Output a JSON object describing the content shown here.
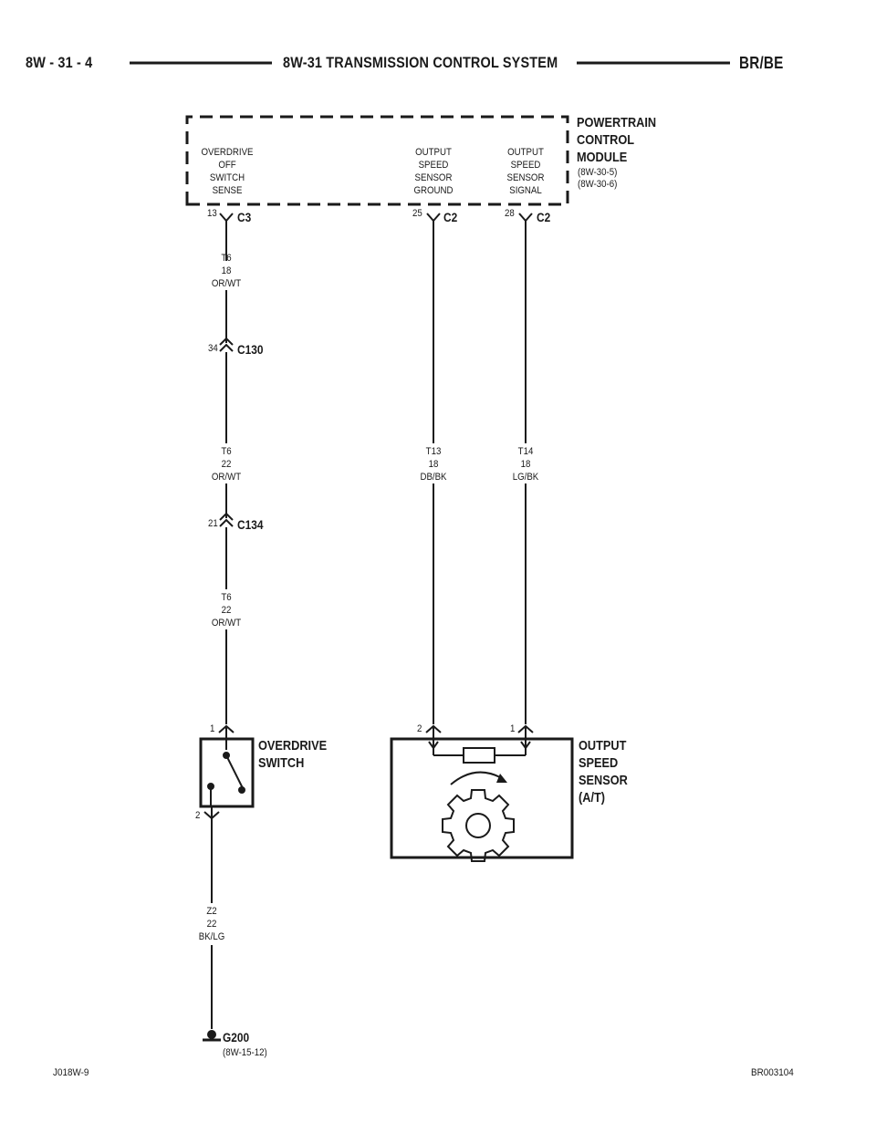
{
  "header": {
    "page_number": "8W - 31 - 4",
    "title": "8W-31 TRANSMISSION CONTROL SYSTEM",
    "model": "BR/BE"
  },
  "pcm": {
    "name_lines": [
      "POWERTRAIN",
      "CONTROL",
      "MODULE"
    ],
    "refs": [
      "(8W-30-5)",
      "(8W-30-6)"
    ],
    "circuit_overdrive": [
      "OVERDRIVE",
      "OFF",
      "SWITCH",
      "SENSE"
    ],
    "circuit_ground": [
      "OUTPUT",
      "SPEED",
      "SENSOR",
      "GROUND"
    ],
    "circuit_signal": [
      "OUTPUT",
      "SPEED",
      "SENSOR",
      "SIGNAL"
    ]
  },
  "connectors": {
    "c3": {
      "pin": "13",
      "name": "C3"
    },
    "c2_ground": {
      "pin": "25",
      "name": "C2"
    },
    "c2_signal": {
      "pin": "28",
      "name": "C2"
    },
    "c130": {
      "pin": "34",
      "name": "C130"
    },
    "c134": {
      "pin": "21",
      "name": "C134"
    }
  },
  "wires": {
    "t6_upper": [
      "T6",
      "18",
      "OR/WT"
    ],
    "t6_mid": [
      "T6",
      "22",
      "OR/WT"
    ],
    "t6_lower": [
      "T6",
      "22",
      "OR/WT"
    ],
    "t13": [
      "T13",
      "18",
      "DB/BK"
    ],
    "t14": [
      "T14",
      "18",
      "LG/BK"
    ],
    "z2": [
      "Z2",
      "22",
      "BK/LG"
    ]
  },
  "overdrive_switch": {
    "name_lines": [
      "OVERDRIVE",
      "SWITCH"
    ],
    "pin_top": "1",
    "pin_bottom": "2"
  },
  "output_speed_sensor": {
    "name_lines": [
      "OUTPUT",
      "SPEED",
      "SENSOR",
      "(A/T)"
    ],
    "pin_ground": "2",
    "pin_signal": "1"
  },
  "ground": {
    "name": "G200",
    "ref": "(8W-15-12)"
  },
  "footer": {
    "left": "J018W-9",
    "right": "BR003104"
  }
}
